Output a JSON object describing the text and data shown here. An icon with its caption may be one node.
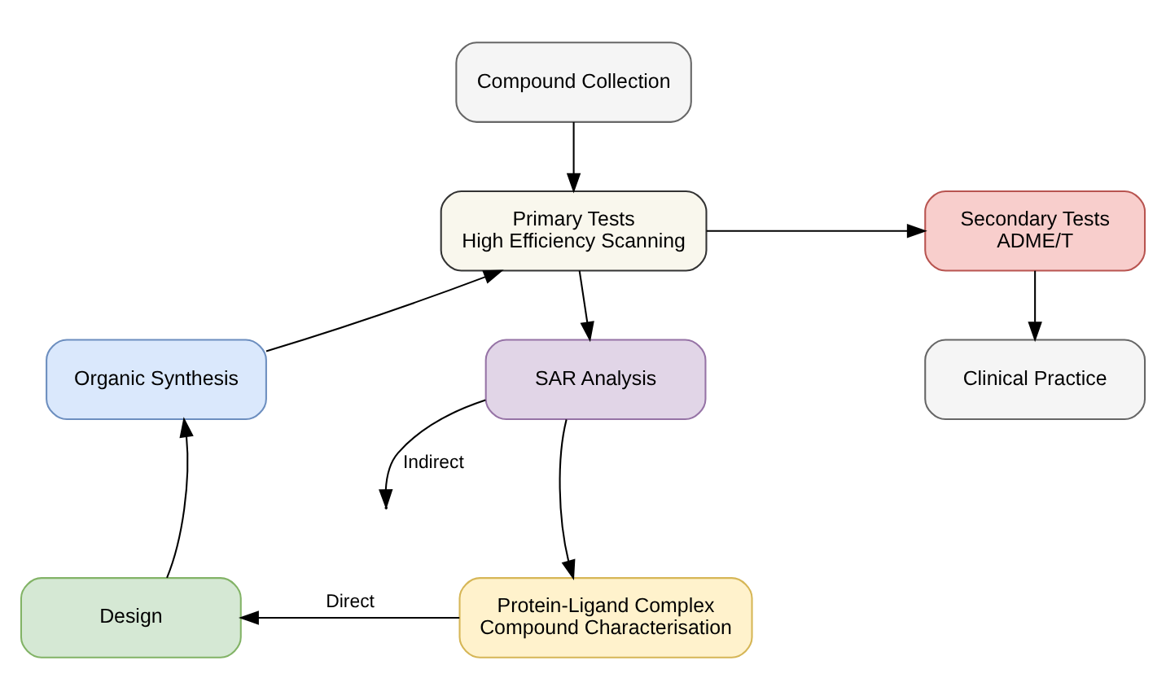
{
  "diagram": {
    "nodes": [
      {
        "text": [
          "Compound Collection"
        ]
      },
      {
        "text": [
          "Primary Tests",
          "High Efficiency Scanning"
        ]
      },
      {
        "text": [
          "Secondary Tests",
          "ADME/T"
        ]
      },
      {
        "text": [
          "SAR Analysis"
        ]
      },
      {
        "text": [
          "Clinical Practice"
        ]
      },
      {
        "text": [
          "Organic Synthesis"
        ]
      },
      {
        "text": [
          "Protein-Ligand Complex",
          "Compound Characterisation"
        ]
      },
      {
        "text": [
          "Design"
        ]
      }
    ],
    "edges": [
      {
        "from": 0,
        "to": 1,
        "arrow": "to"
      },
      {
        "from": 1,
        "to": 2,
        "arrow": "to"
      },
      {
        "from": 1,
        "to": 3,
        "arrow": "to"
      },
      {
        "from": 2,
        "to": 4,
        "arrow": "to"
      },
      {
        "from": 3,
        "to": 6,
        "arrow": "to"
      },
      {
        "from": 3,
        "to": null,
        "label": "Indirect",
        "arrow": "to"
      },
      {
        "from": 6,
        "to": 7,
        "label": "Direct",
        "arrow": "to"
      },
      {
        "from": 7,
        "to": 5,
        "arrow": "to"
      },
      {
        "from": 5,
        "to": 1,
        "arrow": "to"
      }
    ]
  }
}
